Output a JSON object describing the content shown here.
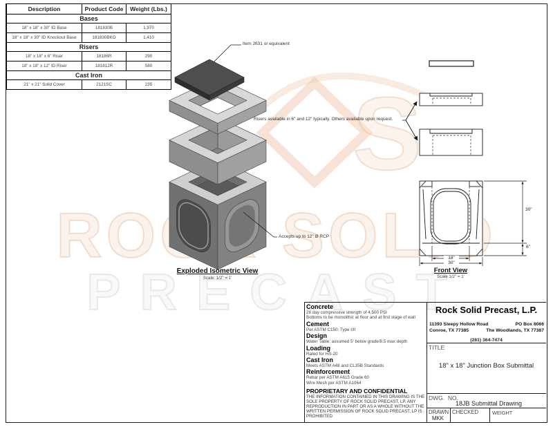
{
  "parts_table": {
    "headers": [
      "Description",
      "Product Code",
      "Weight (Lbs.)"
    ],
    "sections": [
      {
        "name": "Bases",
        "rows": [
          {
            "description": "18\" x 18\" x 30\" ID Base",
            "code": "181830B",
            "weight": "1,970"
          },
          {
            "description": "18\" x 18\" x 30\" ID Knockout Base",
            "code": "181830BKO",
            "weight": "1,410"
          }
        ]
      },
      {
        "name": "Risers",
        "rows": [
          {
            "description": "18\" x 18\" x 6\" Riser",
            "code": "18186R",
            "weight": "290"
          },
          {
            "description": "18\" x 18\" x 12\" ID Riser",
            "code": "181812R",
            "weight": "580"
          }
        ]
      },
      {
        "name": "Cast Iron",
        "rows": [
          {
            "description": "21\" x 21\" Solid Cover",
            "code": "2121SC",
            "weight": "235"
          }
        ]
      }
    ]
  },
  "annotations": {
    "cover_note": "Item 2631 or equivalent",
    "riser_note": "Risers available in 6\" and 12\" typically. Others available upon request.",
    "rcp_note": "Accepts up to 12\" Ø RCP"
  },
  "exploded_view": {
    "title": "Exploded Isometric View",
    "scale": "Scale: 1/2\" = 1'"
  },
  "front_view": {
    "title": "Front View",
    "scale": "Scale 1/2\" = 1'",
    "dims": {
      "height": "30\"",
      "floor": "6\"",
      "inner_width": "18\"",
      "outer_width": "30\""
    }
  },
  "specs": [
    {
      "heading": "Concrete",
      "line1": "28 day compressive strength of 4,500 PSI",
      "line2": "Bottoms to be monolithic at floor and at first stage of wall"
    },
    {
      "heading": "Cement",
      "line1": "Per ASTM C150: Type I/II"
    },
    {
      "heading": "Design",
      "line1": "Water Table: assumed 5' below grade/8.5 max depth"
    },
    {
      "heading": "Loading",
      "line1": "Rated for HS-20"
    },
    {
      "heading": "Cast Iron",
      "line1": "Meets ASTM A48 and CL35B Standards"
    },
    {
      "heading": "Reinforcement",
      "line1": "Rebar per ASTM A615 Grade 60",
      "line2": "Wire Mesh per ASTM A1064"
    }
  ],
  "proprietary": {
    "heading": "PROPRIETARY AND CONFIDENTIAL",
    "body": "THE INFORMATION CONTAINED IN THIS DRAWING IS THE SOLE PROPERTY OF ROCK SOLID PRECAST, LP.  ANY REPRODUCTION IN PART OR AS A WHOLE WITHOUT THE WRITTEN PERMISSION OF ROCK SOLID PRECAST, LP IS PROHIBITED."
  },
  "title_block": {
    "company": "Rock Solid Precast, L.P.",
    "address_line1": "11393 Sleepy Hollow Road",
    "address_line2": "Conroe, TX 77385",
    "po_box": "PO Box 8066",
    "po_city": "The Woodlands, TX 77387",
    "phone": "(281) 364-7474",
    "title_label": "TITLE",
    "title": "18\" x 18\" Junction Box Submittal",
    "dwg_no_label": "DWG.  NO.",
    "dwg_no": "18JB Submittal Drawing",
    "drawn_label": "DRAWN",
    "checked_label": "CHECKED",
    "weight_label": "WEIGHT",
    "drawn_by": "MKK"
  },
  "watermark": {
    "line1": "ROCK SOLID",
    "line2": "PRECAST"
  }
}
